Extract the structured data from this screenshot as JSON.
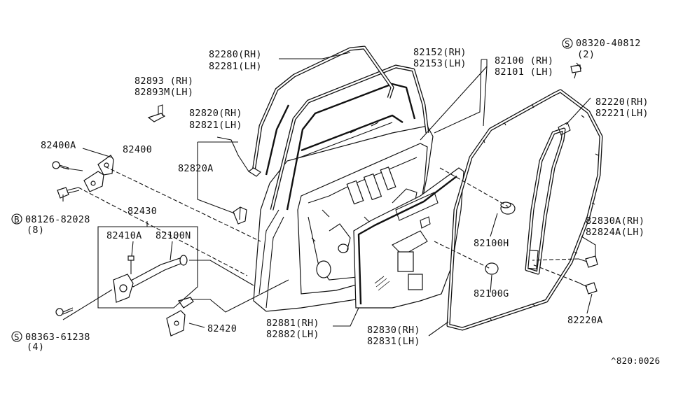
{
  "diagram_id": "^820:0026",
  "labels": {
    "l82280": [
      "82280(RH)",
      "82281(LH)"
    ],
    "l82893": [
      "82893 (RH)",
      "82893M(LH)"
    ],
    "l82152": [
      "82152(RH)",
      "82153(LH)"
    ],
    "l82100": [
      "82100 (RH)",
      "82101 (LH)"
    ],
    "l08320": [
      "08320-40812",
      "(2)"
    ],
    "l82220": [
      "82220(RH)",
      "82221(LH)"
    ],
    "l82820": [
      "82820(RH)",
      "82821(LH)"
    ],
    "l82820A": "82820A",
    "l82400A": "82400A",
    "l82400": "82400",
    "l08126": [
      "08126-82028",
      "(8)"
    ],
    "l82430": "82430",
    "l82410A": "82410A",
    "l82100N": "82100N",
    "l82100H": "82100H",
    "l82100G": "82100G",
    "l82830A": [
      "82830A(RH)",
      "82824A(LH)"
    ],
    "l82220A": "82220A",
    "l82420": "82420",
    "l08363": [
      "08363-61238",
      "(4)"
    ],
    "l82881": [
      "82881(RH)",
      "82882(LH)"
    ],
    "l82830": [
      "82830(RH)",
      "82831(LH)"
    ]
  },
  "markers": {
    "screw_s": "S",
    "bolt_b": "B"
  }
}
